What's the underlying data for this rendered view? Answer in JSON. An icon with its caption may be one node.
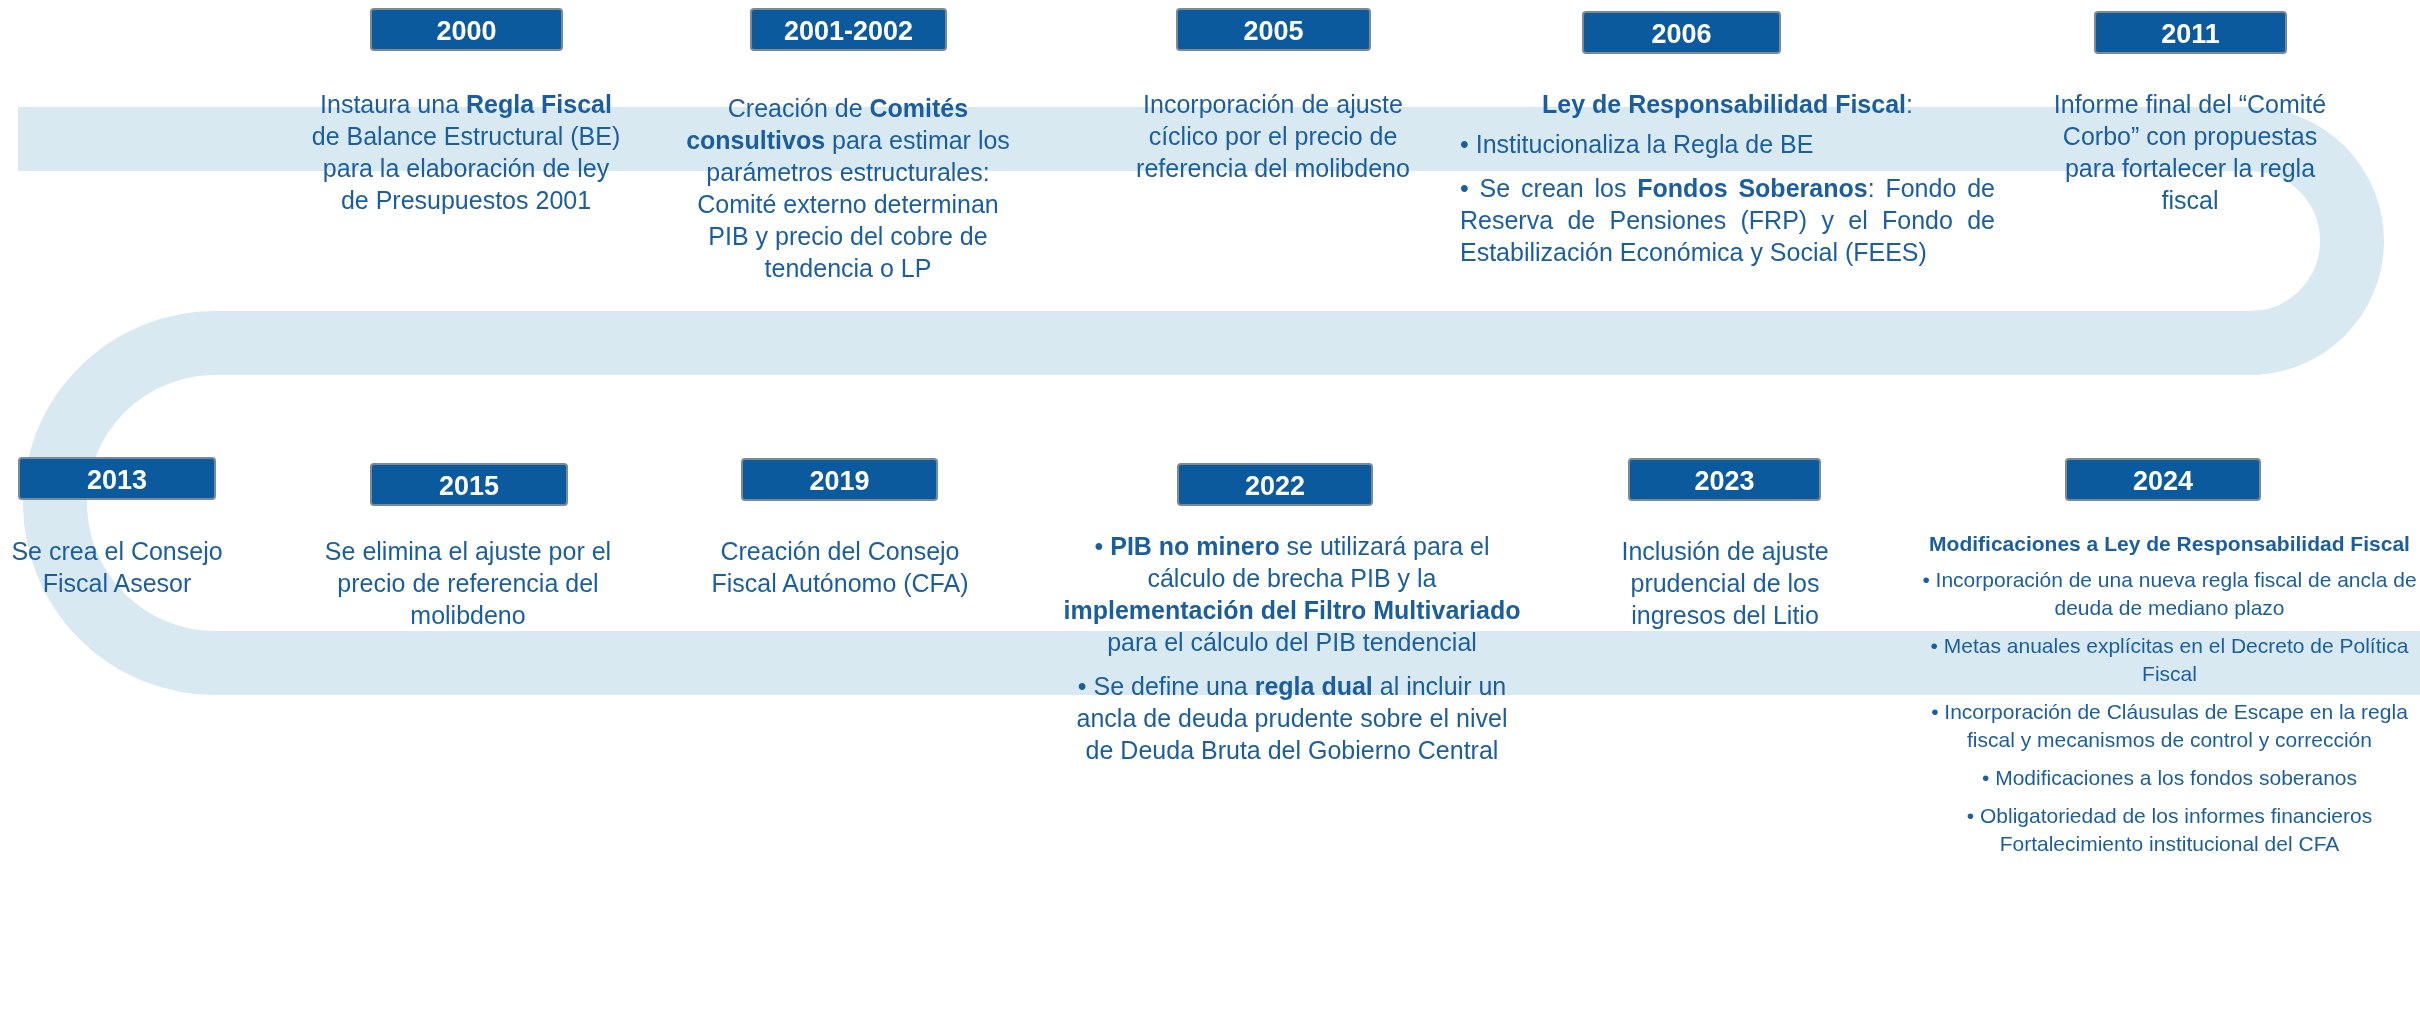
{
  "diagram": {
    "nodes": [
      {
        "text": [
          "2000"
        ],
        "beside": [
          "Instaura una **Regla Fiscal** de Balance Estructural (BE) para la elaboración de ley de Presupuestos 2001"
        ]
      },
      {
        "text": [
          "2001-2002"
        ],
        "beside": [
          "Creación de **Comités consultivos** para estimar los parámetros estructurales: Comité externo determinan PIB y precio del cobre de tendencia o LP"
        ]
      },
      {
        "text": [
          "2005"
        ],
        "beside": [
          "Incorporación de ajuste cíclico por el precio de referencia del molibdeno"
        ]
      },
      {
        "text": [
          "2006"
        ],
        "beside": [
          "**Ley de Responsabilidad Fiscal**:",
          "• Institucionaliza la Regla de BE",
          "• Se crean los **Fondos Soberanos**: Fondo de Reserva de Pensiones (FRP) y el Fondo de Estabilización Económica y Social (FEES)"
        ]
      },
      {
        "text": [
          "2011"
        ],
        "beside": [
          "Informe final del “Comité Corbo” con propuestas para fortalecer la regla fiscal"
        ]
      },
      {
        "text": [
          "2013"
        ],
        "beside": [
          "Se crea el Consejo Fiscal Asesor"
        ]
      },
      {
        "text": [
          "2015"
        ],
        "beside": [
          "Se elimina el ajuste por el precio de referencia del molibdeno"
        ]
      },
      {
        "text": [
          "2019"
        ],
        "beside": [
          "Creación del Consejo Fiscal Autónomo (CFA)"
        ]
      },
      {
        "text": [
          "2022"
        ],
        "beside": [
          "• **PIB no minero** se utilizará para el cálculo de brecha PIB y la **implementación del Filtro Multivariado** para el cálculo del PIB tendencial",
          "• Se define una **regla dual** al incluir un ancla de deuda prudente sobre el nivel de Deuda Bruta del Gobierno Central"
        ]
      },
      {
        "text": [
          "2023"
        ],
        "beside": [
          "Inclusión de ajuste prudencial de los ingresos del Litio"
        ]
      },
      {
        "text": [
          "2024"
        ],
        "beside": [
          "Modificaciones a Ley de Responsabilidad Fiscal",
          "• Incorporación de una nueva regla fiscal de ancla de deuda de mediano plazo",
          "• Metas anuales explícitas en el Decreto de Política Fiscal",
          "• Incorporación de Cláusulas de Escape en la regla fiscal y mecanismos de control y corrección",
          "• Modificaciones a los fondos soberanos",
          "• Obligatoriedad de los informes financieros Fortalecimiento institucional del CFA"
        ]
      }
    ]
  }
}
